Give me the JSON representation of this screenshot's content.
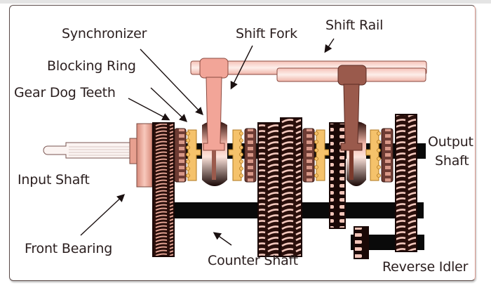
{
  "diagram": {
    "title": "Manual Transmission Components",
    "labels": {
      "synchronizer": "Synchronizer",
      "blocking_ring": "Blocking Ring",
      "gear_dog_teeth": "Gear Dog Teeth",
      "shift_fork": "Shift Fork",
      "shift_rail": "Shift Rail",
      "input_shaft": "Input Shaft",
      "front_bearing": "Front Bearing",
      "counter_shaft": "Counter Shaft",
      "output_shaft_line1": "Output",
      "output_shaft_line2": "Shaft",
      "reverse_idler": "Reverse Idler"
    },
    "colors": {
      "gear_dark": "#1a0c0a",
      "gear_light": "#e8b0a4",
      "synchro_yellow": "#f5c26b",
      "fork_light": "#f2a598",
      "fork_dark": "#9a5a4c",
      "rail": "#f6c6bd",
      "shaft": "#0a0a0a",
      "text": "#2a1e1e"
    }
  }
}
